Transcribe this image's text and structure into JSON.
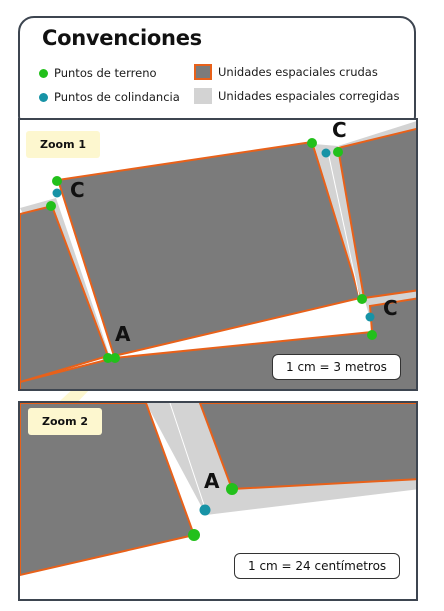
{
  "legend": {
    "title": "Convenciones",
    "items": {
      "terrain_points": "Puntos de terreno",
      "boundary_points": "Puntos de colindancia",
      "raw_units": "Unidades espaciales crudas",
      "corrected_units": "Unidades espaciales corregidas"
    }
  },
  "zoom1": {
    "tag": "Zoom 1",
    "scale": "1 cm = 3 metros",
    "labels": {
      "c_left": "C",
      "c_top": "C",
      "c_right": "C",
      "a": "A"
    }
  },
  "zoom2": {
    "tag": "Zoom 2",
    "scale": "1 cm = 24 centímetros",
    "labels": {
      "a": "A"
    }
  },
  "colors": {
    "terrain_point": "#22c01b",
    "boundary_point": "#1793a6",
    "raw_fill": "#7b7b7b",
    "raw_outline": "#e8611a",
    "corrected_fill": "#d3d3d3"
  }
}
